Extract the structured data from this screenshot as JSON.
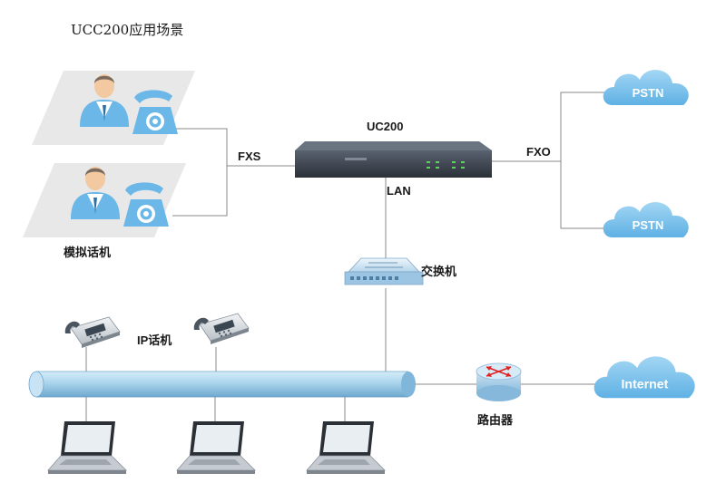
{
  "title": "UCC200应用场景",
  "labels": {
    "device": "UC200",
    "fxs": "FXS",
    "fxo": "FXO",
    "lan": "LAN",
    "analog_phones": "模拟话机",
    "switch": "交换机",
    "ip_phones": "IP话机",
    "router": "路由器"
  },
  "clouds": {
    "pstn_top": "PSTN",
    "pstn_bottom": "PSTN",
    "internet": "Internet"
  },
  "colors": {
    "cloud": "#7fc3ec",
    "bus": "#a9d4ec",
    "device_body": "#3e4550",
    "led": "#5fd35f",
    "phone_blue": "#6ab7e8",
    "floor": "#e6e6e6"
  }
}
